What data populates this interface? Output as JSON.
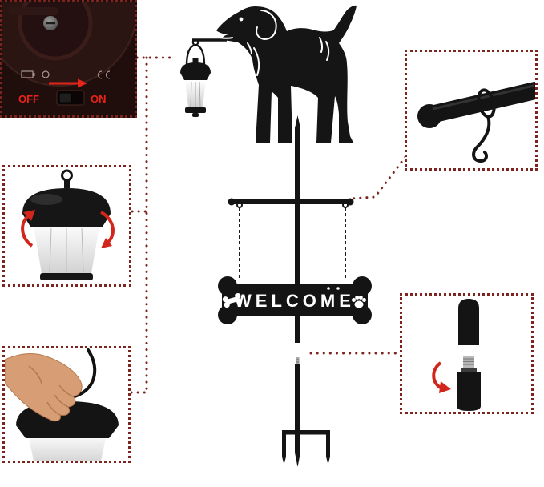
{
  "solar_inset": {
    "off_label": "OFF",
    "on_label": "ON"
  },
  "sign": {
    "text": "WELCOME"
  },
  "colors": {
    "callout_dotted": "#7c241d",
    "accent_red": "#e3231a",
    "product_black": "#151515"
  },
  "icons": {
    "sign_left": "bone-icon",
    "sign_right": "paw-icon",
    "lantern": "solar-lantern-icon",
    "dog": "labrador-silhouette"
  }
}
